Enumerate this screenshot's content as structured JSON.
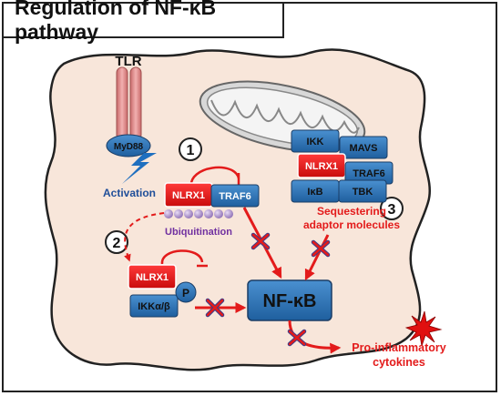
{
  "title": "Regulation of NF-κB pathway",
  "labels": {
    "tlr": "TLR",
    "myd88": "MyD88",
    "activation": "Activation",
    "step1": "1",
    "step2": "2",
    "step3": "3",
    "nlrx1_top": "NLRX1",
    "traf6_top": "TRAF6",
    "ubiquitination": "Ubiquitination",
    "nlrx1_mid": "NLRX1",
    "ikk_ab": "IKKα/β",
    "p": "P",
    "nfkb": "NF-κB",
    "ikk": "IKK",
    "mavs": "MAVS",
    "nlrx1_mito": "NLRX1",
    "traf6_mito": "TRAF6",
    "ikb": "IκB",
    "tbk": "TBK",
    "sequestering_line1": "Sequestering",
    "sequestering_line2": "adaptor molecules",
    "cytokines_line1": "Pro-inflammatory",
    "cytokines_line2": "cytokines"
  },
  "colors": {
    "cell": "#f8e6da",
    "box_blue": "#2e75b6",
    "box_red": "#e01010",
    "arrow_red": "#e31b1b",
    "ubiquitin": "#a58bc6",
    "label_blue": "#1f4e99",
    "label_purple": "#7030a0",
    "tlr_pink": "#e79494"
  },
  "icons": [
    "lightning-bolt-icon",
    "mitochondrion-icon",
    "cross-mark-icon",
    "star-burst-icon"
  ]
}
